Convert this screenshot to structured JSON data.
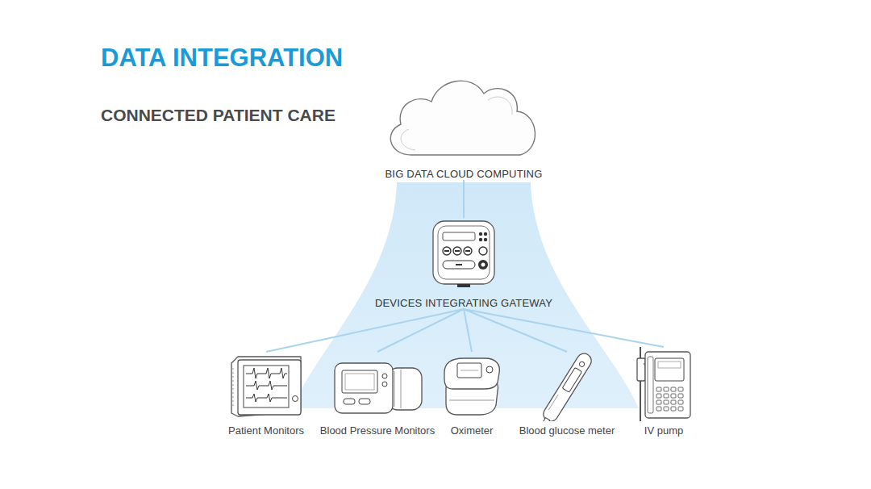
{
  "diagram": {
    "title": "DATA INTEGRATION",
    "nodes": [
      {
        "text": [
          "BIG DATA CLOUD COMPUTING"
        ]
      },
      {
        "text": [
          "DEVICES INTEGRATING GATEWAY"
        ]
      },
      {
        "text": [
          "Patient Monitors"
        ]
      },
      {
        "text": [
          "Blood Pressure Monitors"
        ]
      },
      {
        "text": [
          "Oximeter"
        ]
      },
      {
        "text": [
          "Blood glucose meter"
        ]
      },
      {
        "text": [
          "IV pump"
        ]
      }
    ],
    "edges": [
      {
        "from": 2,
        "to": 1,
        "arrow": "none"
      },
      {
        "from": 3,
        "to": 1,
        "arrow": "none"
      },
      {
        "from": 4,
        "to": 1,
        "arrow": "none"
      },
      {
        "from": 5,
        "to": 1,
        "arrow": "none"
      },
      {
        "from": 6,
        "to": 1,
        "arrow": "none"
      },
      {
        "from": 1,
        "to": 0,
        "arrow": "none"
      }
    ],
    "labels": [
      "CONNECTED PATIENT CARE"
    ]
  }
}
